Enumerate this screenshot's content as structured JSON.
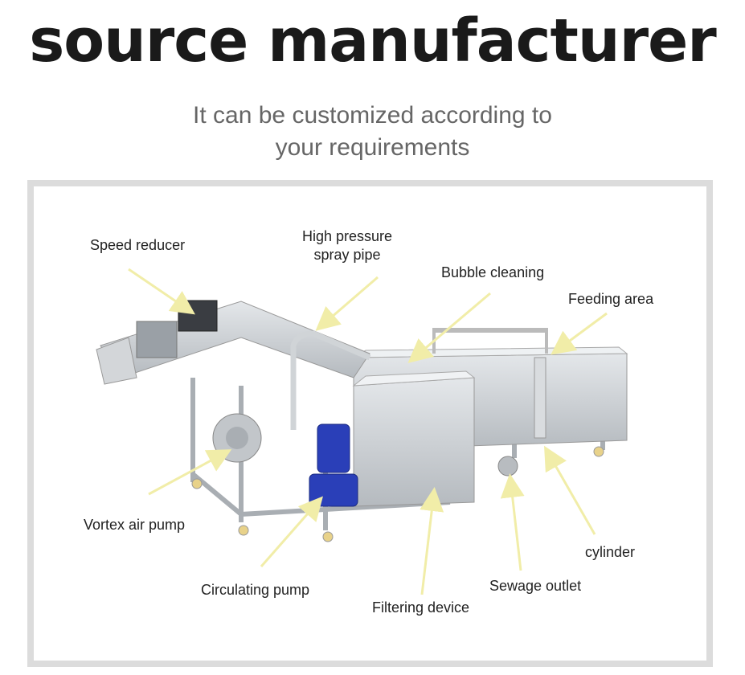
{
  "header": {
    "title": "source manufacturer",
    "subtitle_line1": "It can be customized according to",
    "subtitle_line2": "your requirements"
  },
  "diagram": {
    "labels": {
      "speed_reducer": "Speed reducer",
      "spray_pipe_line1": "High pressure",
      "spray_pipe_line2": "spray pipe",
      "bubble_cleaning": "Bubble cleaning",
      "feeding_area": "Feeding area",
      "vortex_air_pump": "Vortex air pump",
      "circulating_pump": "Circulating pump",
      "filtering_device": "Filtering device",
      "sewage_outlet": "Sewage outlet",
      "cylinder": "cylinder"
    },
    "colors": {
      "arrow": "#f1eda8",
      "steel": "#c9cdd1",
      "pump": "#2a3fb8",
      "frame": "#dcdcdc"
    }
  }
}
